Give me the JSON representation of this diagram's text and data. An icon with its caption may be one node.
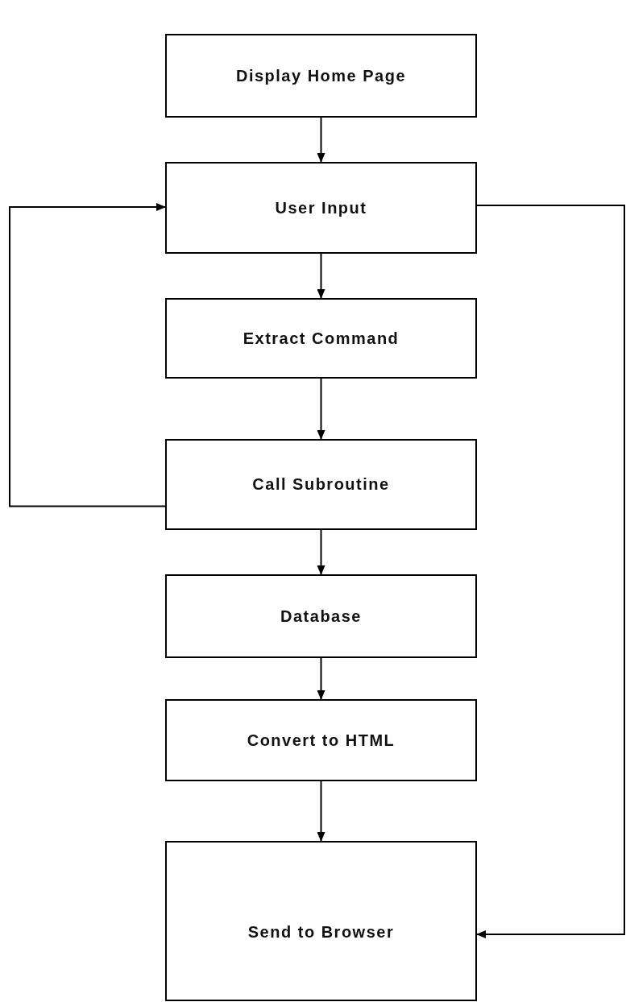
{
  "diagram": {
    "nodes": [
      {
        "text": [
          "Display Home Page"
        ]
      },
      {
        "text": [
          "User Input"
        ]
      },
      {
        "text": [
          "Extract Command"
        ]
      },
      {
        "text": [
          "Call Subroutine"
        ]
      },
      {
        "text": [
          "Database"
        ]
      },
      {
        "text": [
          "Convert to HTML"
        ]
      },
      {
        "text": [
          "Send to Browser"
        ]
      }
    ],
    "edges": [
      {
        "from": 0,
        "to": 1,
        "arrow": "to"
      },
      {
        "from": 1,
        "to": 2,
        "arrow": "to"
      },
      {
        "from": 2,
        "to": 3,
        "arrow": "to"
      },
      {
        "from": 3,
        "to": 4,
        "arrow": "to"
      },
      {
        "from": 4,
        "to": 5,
        "arrow": "to"
      },
      {
        "from": 5,
        "to": 6,
        "arrow": "to"
      },
      {
        "from": 3,
        "to": 1,
        "arrow": "to"
      },
      {
        "from": 1,
        "to": 6,
        "arrow": "to"
      }
    ]
  }
}
